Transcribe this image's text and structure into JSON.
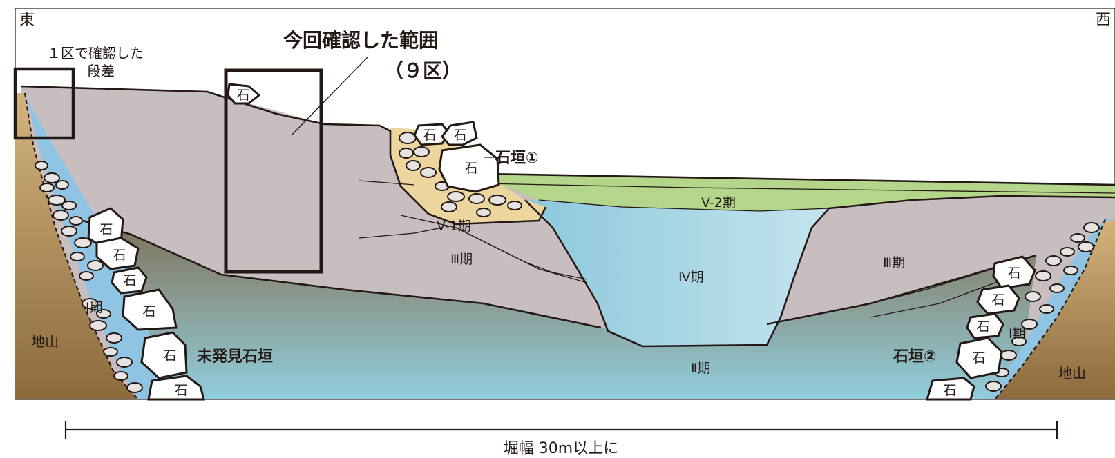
{
  "directions": {
    "east": "東",
    "west": "西"
  },
  "labels": {
    "zone1_step_line1": "１区で確認した",
    "zone1_step_line2": "段差",
    "zone9_title": "今回確認した範囲",
    "zone9_sub": "（９区）",
    "ishigaki1": "石垣①",
    "ishigaki2": "石垣②",
    "unfound_ishigaki": "未発見石垣",
    "period_v2": "V-2期",
    "period_v1": "V-1期",
    "period_iii_left": "Ⅲ期",
    "period_iii_right": "Ⅲ期",
    "period_iv": "Ⅳ期",
    "period_ii": "Ⅱ期",
    "period_i_left": "Ⅰ期",
    "period_i_right": "Ⅰ期",
    "jiyama_left": "地山",
    "jiyama_right": "地山",
    "scale": "堀幅 30m以上に"
  },
  "stone_label": "石",
  "colors": {
    "clay": "#c8bebf",
    "bedrock": "#caa670",
    "water_blue": "#8fc4e3",
    "period_iv": "#9ccfdf",
    "period_v2": "#b3d68a",
    "period_v1": "#ecd69e",
    "outline": "#231815"
  }
}
